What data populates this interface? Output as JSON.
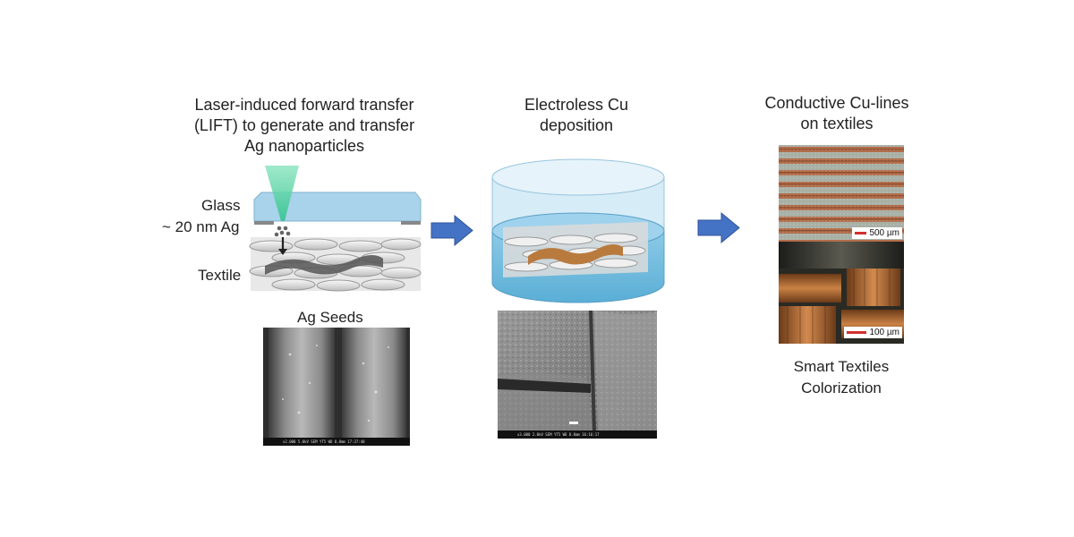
{
  "step1": {
    "title_lines": [
      "Laser-induced forward transfer",
      "(LIFT) to generate and transfer",
      "Ag nanoparticles"
    ],
    "labels": {
      "glass": "Glass",
      "ag_layer": "~ 20 nm Ag",
      "textile": "Textile"
    },
    "sem_caption": "Ag Seeds",
    "sem_databar": "x2.000     5.0kV SEM     YT5     WD 8.8mm  17:37:40"
  },
  "step2": {
    "title_lines": [
      "Electroless Cu",
      "deposition"
    ],
    "sem_databar": "x3.000     2.0kV SEM     YT5     WD 8.0mm  16:16:17"
  },
  "step3": {
    "title_lines": [
      "Conductive Cu-lines",
      "on textiles"
    ],
    "scalebar_top": "500 µm",
    "scalebar_bottom": "100 µm",
    "caption_lines": [
      "Smart Textiles",
      "Colorization"
    ]
  },
  "colors": {
    "arrow": "#4472c4",
    "glass": "#a9d3ea",
    "laser": "#5fd6a6",
    "liquid": "#6bb5d9",
    "copper": "#b97a3e",
    "scalebar": "#d32f2f"
  }
}
